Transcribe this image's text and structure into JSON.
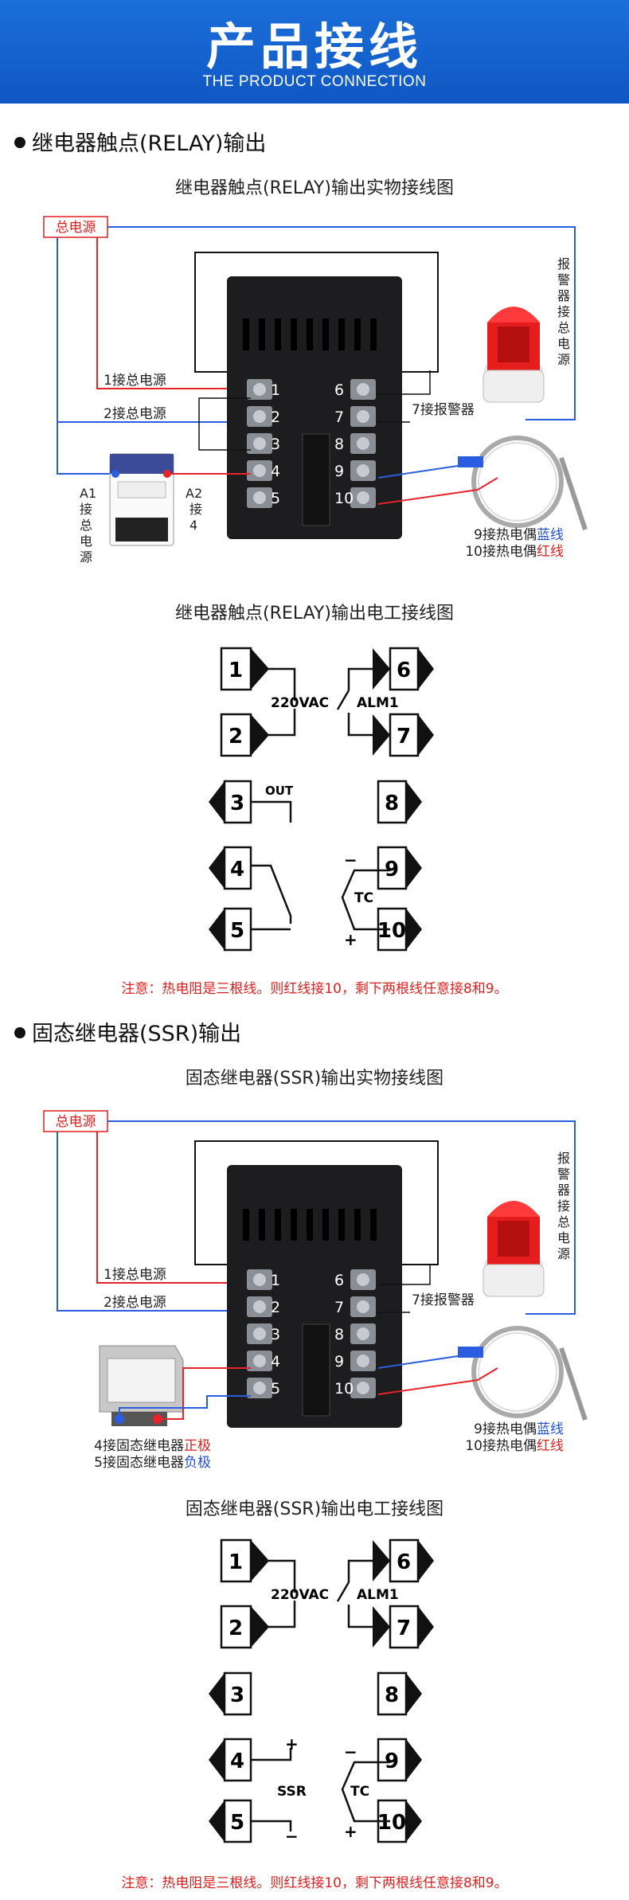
{
  "banner": {
    "title": "产品接线",
    "subtitle": "THE PRODUCT CONNECTION"
  },
  "relay": {
    "heading": "继电器触点(RELAY)输出",
    "photo_title": "继电器触点(RELAY)输出实物接线图",
    "schematic_title": "继电器触点(RELAY)输出电工接线图",
    "power": "总电源",
    "lbl_1": "1接总电源",
    "lbl_2": "2接总电源",
    "lbl_7": "7接报警器",
    "alarm_power_vertical": "报警器接总电源",
    "a1_vertical": "A1接总电源",
    "a2_label": "A2",
    "a2_sub": "接",
    "a2_num": "4",
    "tc_9_prefix": "9接热电偶",
    "tc_9_color": "蓝线",
    "tc_10_prefix": "10接热电偶",
    "tc_10_color": "红线",
    "terminals_left": [
      "1",
      "2",
      "3",
      "4",
      "5"
    ],
    "terminals_right": [
      "6",
      "7",
      "8",
      "9",
      "10"
    ],
    "note": "注意：热电阻是三根线。则红线接10，剩下两根线任意接8和9。"
  },
  "ssr": {
    "heading": "固态继电器(SSR)输出",
    "photo_title": "固态继电器(SSR)输出实物接线图",
    "schematic_title": "固态继电器(SSR)输出电工接线图",
    "power": "总电源",
    "lbl_1": "1接总电源",
    "lbl_2": "2接总电源",
    "lbl_7": "7接报警器",
    "alarm_power_vertical": "报警器接总电源",
    "lbl_4_prefix": "4接固态继电器",
    "lbl_4_pol": "正极",
    "lbl_5_prefix": "5接固态继电器",
    "lbl_5_pol": "负极",
    "tc_9_prefix": "9接热电偶",
    "tc_9_color": "蓝线",
    "tc_10_prefix": "10接热电偶",
    "tc_10_color": "红线",
    "terminals_left": [
      "1",
      "2",
      "3",
      "4",
      "5"
    ],
    "terminals_right": [
      "6",
      "7",
      "8",
      "9",
      "10"
    ],
    "note": "注意：热电阻是三根线。则红线接10，剩下两根线任意接8和9。"
  },
  "schematic": {
    "nums_left": [
      "1",
      "2",
      "3",
      "4",
      "5"
    ],
    "nums_right": [
      "6",
      "7",
      "8",
      "9",
      "10"
    ],
    "vac": "220VAC",
    "alm": "ALM1",
    "out": "OUT",
    "tc": "TC",
    "ssr": "SSR",
    "plus": "+",
    "minus": "−"
  },
  "colors": {
    "banner": "#1565d8",
    "red": "#e01e1e",
    "blue": "#1f4fd6",
    "wire_red": "#e8232a",
    "wire_blue": "#2a5de0"
  }
}
